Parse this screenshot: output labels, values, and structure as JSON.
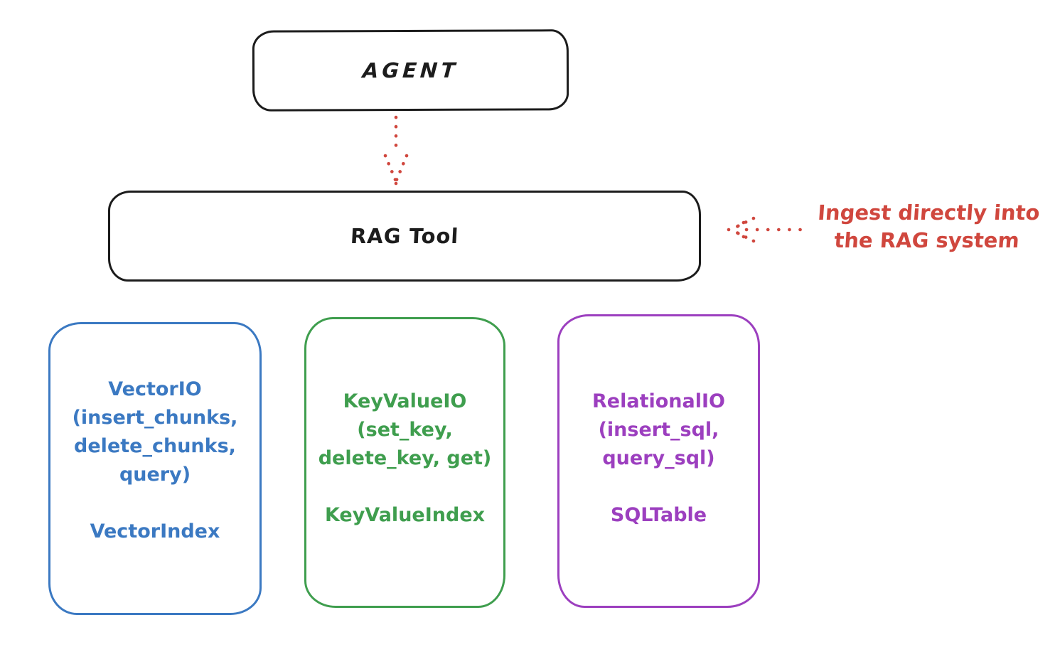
{
  "diagram": {
    "background_color": "#ffffff",
    "colors": {
      "outline_black": "#1c1c1c",
      "arrow_red": "#d0473e",
      "vector_blue": "#3b79c2",
      "keyvalue_green": "#3f9e4e",
      "relational_purple": "#9c3fbf"
    },
    "nodes": {
      "agent": {
        "label": "AGENT"
      },
      "rag_tool": {
        "label": "RAG Tool"
      },
      "vector": {
        "title": "VectorIO",
        "methods": [
          "(insert_chunks,",
          "delete_chunks,",
          "query)"
        ],
        "index": "VectorIndex",
        "color": "#3b79c2"
      },
      "keyvalue": {
        "title": "KeyValueIO",
        "methods": [
          "(set_key,",
          "delete_key, get)"
        ],
        "index": "KeyValueIndex",
        "color": "#3f9e4e"
      },
      "relational": {
        "title": "RelationalIO",
        "methods": [
          "(insert_sql,",
          "query_sql)"
        ],
        "index": "SQLTable",
        "color": "#9c3fbf"
      }
    },
    "annotation": {
      "line1": "Ingest directly into",
      "line2": "the RAG system",
      "color": "#d0473e"
    },
    "edges": [
      {
        "from": "agent",
        "to": "rag_tool",
        "style": "dotted",
        "color": "#d0473e",
        "direction": "down"
      },
      {
        "from": "annotation",
        "to": "rag_tool",
        "style": "dotted",
        "color": "#d0473e",
        "direction": "left"
      }
    ]
  }
}
